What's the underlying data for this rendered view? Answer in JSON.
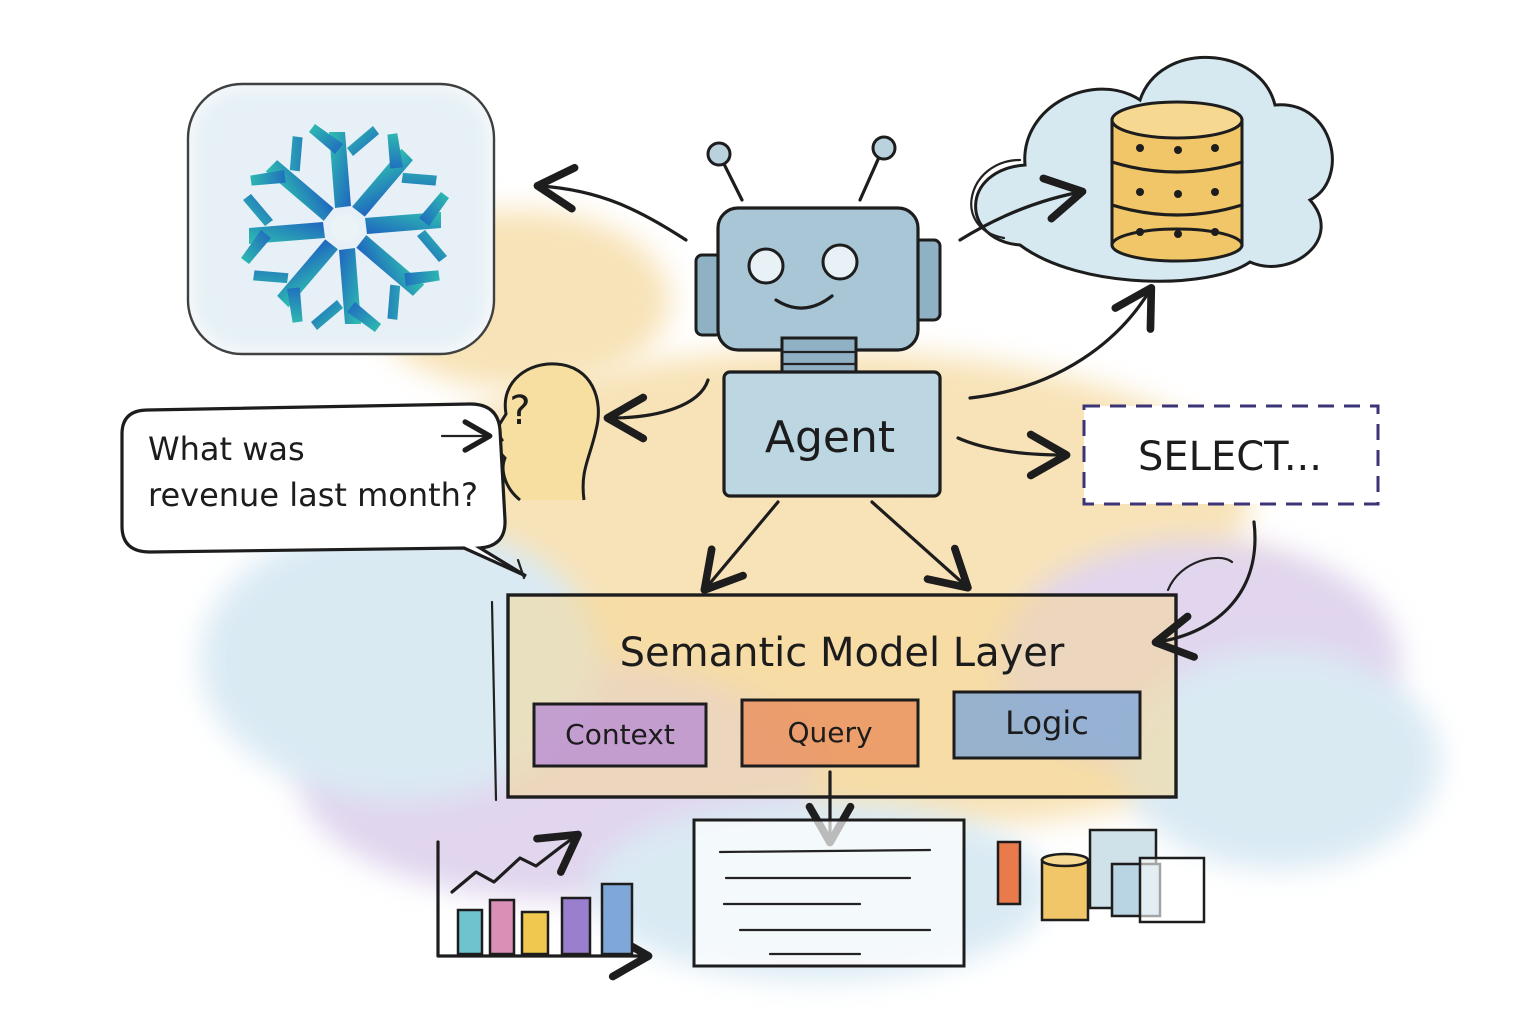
{
  "agent": {
    "label": "Agent"
  },
  "question": {
    "line1": "What was",
    "line2": "revenue last month?",
    "mark": "?"
  },
  "sql": {
    "label": "SELECT..."
  },
  "semantic_layer": {
    "title": "Semantic Model Layer",
    "modules": [
      {
        "label": "Context",
        "color": "#b58ad6"
      },
      {
        "label": "Query",
        "color": "#e88f5c"
      },
      {
        "label": "Logic",
        "color": "#7fa8d8"
      }
    ]
  },
  "colors": {
    "robot": "#a9c6d6",
    "logo_teal": "#2fb6b2",
    "logo_blue": "#1f6fc4",
    "database": "#f0c668",
    "cloud": "#d6e9f1",
    "wash_yellow": "#f2cc7e",
    "wash_purple": "#c8b4e0",
    "wash_blue": "#bcd9ea",
    "sql_border": "#3b3578"
  },
  "icons": {
    "logo": "snowflake-logo-icon",
    "database": "database-icon",
    "cloud": "cloud-icon",
    "head": "human-head-icon",
    "chart": "bar-line-chart-icon",
    "report": "report-document-icon",
    "tables": "data-tables-icon"
  }
}
